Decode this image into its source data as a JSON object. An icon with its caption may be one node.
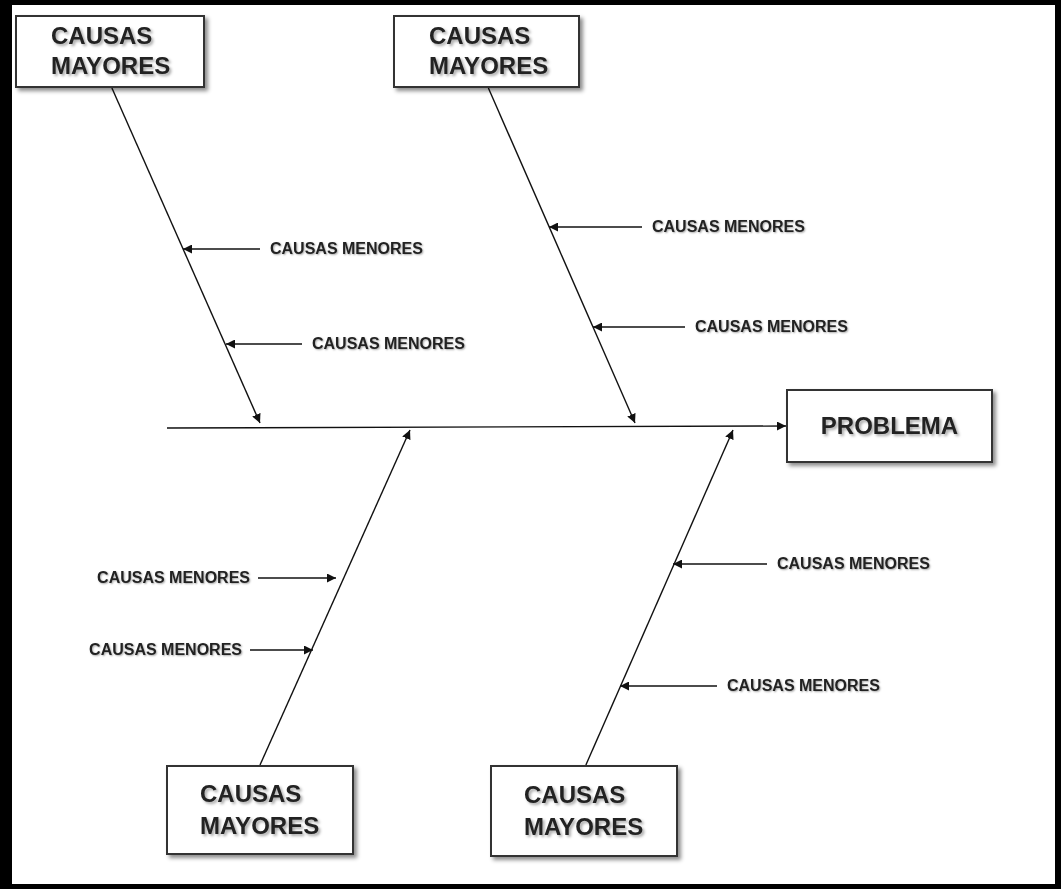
{
  "diagram": {
    "nodes": [
      {
        "text": [
          "CAUSAS MAYORES"
        ]
      },
      {
        "text": [
          "CAUSAS MAYORES"
        ]
      },
      {
        "text": [
          "PROBLEMA"
        ]
      },
      {
        "text": [
          "CAUSAS MAYORES"
        ]
      },
      {
        "text": [
          "CAUSAS MAYORES"
        ]
      },
      {
        "text": [
          "CAUSAS MENORES"
        ]
      },
      {
        "text": [
          "CAUSAS MENORES"
        ]
      },
      {
        "text": [
          "CAUSAS MENORES"
        ]
      },
      {
        "text": [
          "CAUSAS MENORES"
        ]
      },
      {
        "text": [
          "CAUSAS MENORES"
        ]
      },
      {
        "text": [
          "CAUSAS MENORES"
        ]
      },
      {
        "text": [
          "CAUSAS MENORES"
        ]
      },
      {
        "text": [
          "CAUSAS MENORES"
        ]
      }
    ],
    "edges": [
      {
        "from": null,
        "to": 2,
        "arrow": "to"
      },
      {
        "from": 0,
        "to": null,
        "arrow": "to"
      },
      {
        "from": 1,
        "to": null,
        "arrow": "to"
      },
      {
        "from": 3,
        "to": null,
        "arrow": "to"
      },
      {
        "from": 4,
        "to": null,
        "arrow": "to"
      },
      {
        "from": 5,
        "to": null,
        "arrow": "to"
      },
      {
        "from": 6,
        "to": null,
        "arrow": "to"
      },
      {
        "from": 7,
        "to": null,
        "arrow": "to"
      },
      {
        "from": 8,
        "to": null,
        "arrow": "to"
      },
      {
        "from": 9,
        "to": null,
        "arrow": "to"
      },
      {
        "from": 10,
        "to": null,
        "arrow": "to"
      },
      {
        "from": 11,
        "to": null,
        "arrow": "to"
      },
      {
        "from": 12,
        "to": null,
        "arrow": "to"
      }
    ]
  }
}
